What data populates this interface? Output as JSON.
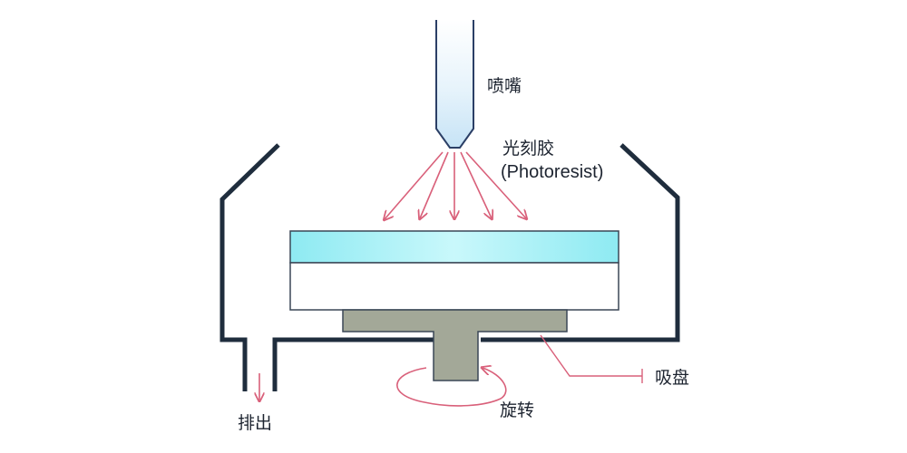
{
  "labels": {
    "nozzle": "喷嘴",
    "photoresist_cn": "光刻胶",
    "photoresist_en": "(Photoresist)",
    "chuck": "吸盘",
    "spin": "旋转",
    "exhaust": "排出"
  },
  "colors": {
    "chamber": "#1f2d3d",
    "arrow": "#d9607a",
    "resist_layer": "#9aeef4",
    "resist_layer_light": "#c9f8fb",
    "wafer": "#ffffff",
    "chuck": "#a3a898",
    "nozzle_fill": "#d8ecf9",
    "nozzle_stroke": "#2b3f66",
    "leader_line": "#d9607a"
  }
}
